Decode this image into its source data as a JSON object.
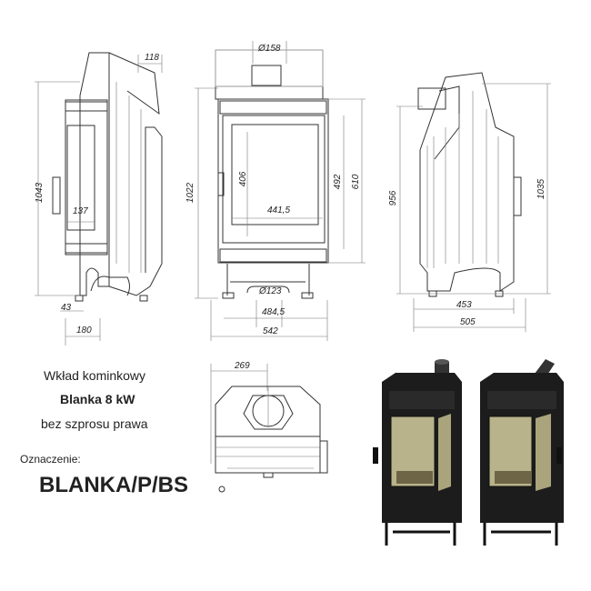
{
  "dimensions": {
    "flue_diameter": "Ø158",
    "flue_offset": "118",
    "side_height": "1043",
    "door_depth": "137",
    "leg_offset": "43",
    "side_depth": "180",
    "front_height": "1022",
    "glass_height": "406",
    "glass_width": "441,5",
    "door_opening_height": "492",
    "front_opening_height": "610",
    "air_inlet_diameter": "Ø123",
    "front_leg_span": "484,5",
    "front_width": "542",
    "right_height": "956",
    "right_total_height": "1035",
    "right_leg_span": "453",
    "right_depth": "505",
    "top_flue_offset": "269"
  },
  "caption": {
    "line1": "Wkład kominkowy",
    "line2": "Blanka 8 kW",
    "line3": "bez szprosu prawa",
    "label": "Oznaczenie:",
    "code": "BLANKA/P/BS"
  },
  "colors": {
    "render_body": "#1c1c1c",
    "render_glass": "#b8b38a"
  }
}
